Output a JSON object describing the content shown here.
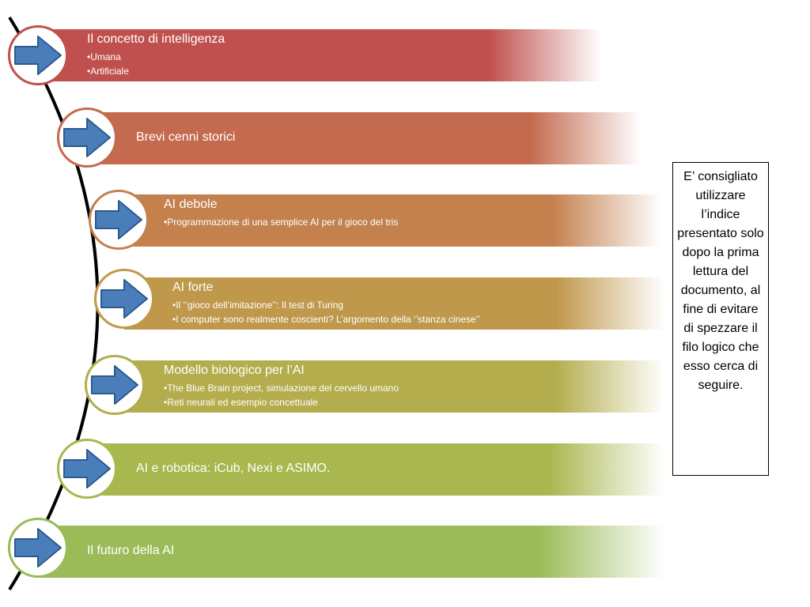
{
  "index": {
    "items": [
      {
        "title": "Il concetto di intelligenza",
        "bullets": [
          "Umana",
          "Artificiale"
        ],
        "color": "#c0504d",
        "ring": "#c0504d"
      },
      {
        "title": "Brevi cenni storici",
        "bullets": [],
        "color": "#c46a4e",
        "ring": "#c46a4e"
      },
      {
        "title": "AI debole",
        "bullets": [
          "Programmazione di una semplice AI per il gioco del tris"
        ],
        "color": "#c4814e",
        "ring": "#c4814e"
      },
      {
        "title": "AI forte",
        "bullets": [
          "Il ‘’gioco dell’imitazione’’: Il test di Turing",
          "I computer sono realmente coscienti? L’argomento della ‘’stanza cinese’’"
        ],
        "color": "#c0984c",
        "ring": "#c0984c"
      },
      {
        "title": "Modello biologico per l’AI",
        "bullets": [
          "The Blue Brain project, simulazione del cervello umano",
          "Reti neurali ed esempio concettuale"
        ],
        "color": "#b3ad4d",
        "ring": "#b3ad4d"
      },
      {
        "title": "AI e robotica: iCub, Nexi e ASIMO.",
        "bullets": [],
        "color": "#a9b74f",
        "ring": "#a9b74f"
      },
      {
        "title": "Il futuro della AI",
        "bullets": [],
        "color": "#9bbb59",
        "ring": "#9bbb59"
      }
    ],
    "arrow_color": "#4a7ebb",
    "arrow_outline": "#2c5a8f"
  },
  "note": {
    "text": "E’ consigliato utilizzare l’indice presentato solo dopo la prima lettura del documento, al fine di evitare di spezzare il filo logico che esso cerca di seguire."
  }
}
